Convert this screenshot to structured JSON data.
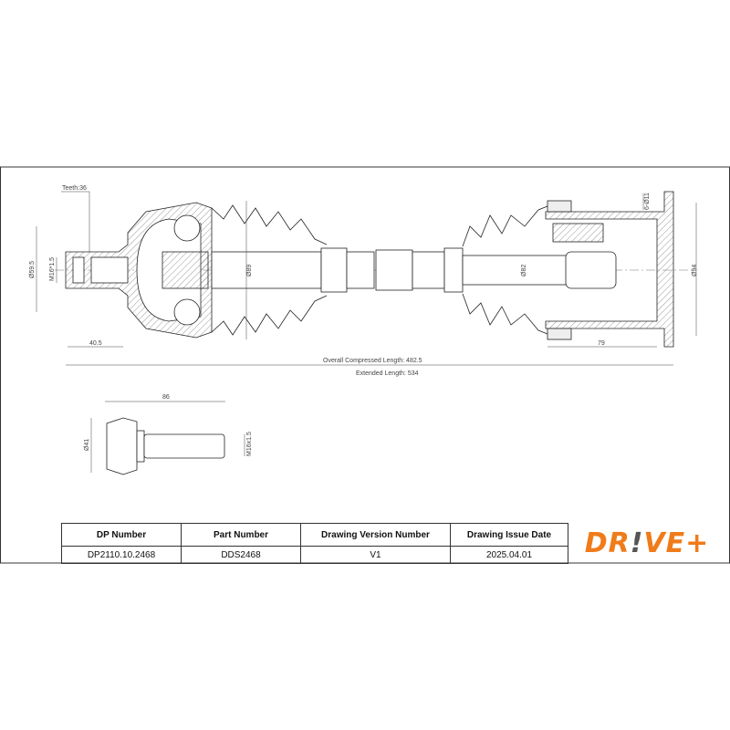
{
  "drawing": {
    "teeth": "Teeth:36",
    "outer_cv_diameter": "Ø59.5",
    "outer_thread": "M16*1.5",
    "boot_diameter_outer": "Ø89",
    "outer_length": "40.5",
    "boot_diameter_inner": "Ø82",
    "flange_diameter": "Ø94",
    "bolt_holes": "6-Ø11",
    "inner_length": "79",
    "overall_compressed_length": "Overall Compressed Length: 482.5",
    "extended_length": "Extended Length: 534",
    "bolt_length": "86",
    "bolt_head_diameter": "Ø41",
    "bolt_thread": "M16x1.5"
  },
  "table": {
    "headers": [
      "DP Number",
      "Part Number",
      "Drawing Version Number",
      "Drawing Issue Date"
    ],
    "values": [
      "DP2110.10.2468",
      "DDS2468",
      "V1",
      "2025.04.01"
    ]
  },
  "logo": {
    "part1": "DR",
    "part2": "!",
    "part3": "VE+"
  },
  "colors": {
    "brand_orange": "#f07b1a",
    "brand_gray": "#555555"
  }
}
